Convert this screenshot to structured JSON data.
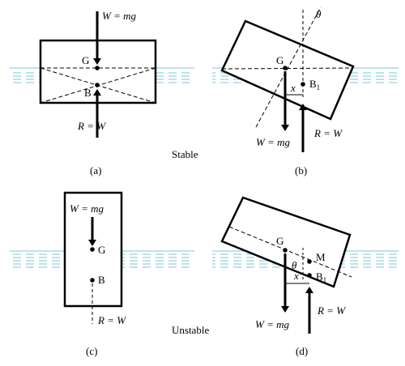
{
  "colors": {
    "water": "#7ec4d6",
    "ink": "#000000",
    "background": "#ffffff"
  },
  "panels": {
    "a": {
      "caption": "(a)",
      "weight_label": "W = mg",
      "reaction_label": "R = W",
      "g_label": "G",
      "b_label": "B"
    },
    "b": {
      "caption": "(b)",
      "theta_label": "θ",
      "g_label": "G",
      "b1_label": "B",
      "b1_sub": "1",
      "x_label": "x",
      "weight_label": "W = mg",
      "reaction_label": "R = W"
    },
    "c": {
      "caption": "(c)",
      "weight_label": "W = mg",
      "g_label": "G",
      "b_label": "B",
      "reaction_label": "R = W"
    },
    "d": {
      "caption": "(d)",
      "g_label": "G",
      "m_label": "M",
      "theta_label": "θ",
      "b1_label": "B",
      "b1_sub": "1",
      "x_label": "x",
      "weight_label": "W = mg",
      "reaction_label": "R = W"
    }
  },
  "status": {
    "stable": "Stable",
    "unstable": "Unstable"
  }
}
